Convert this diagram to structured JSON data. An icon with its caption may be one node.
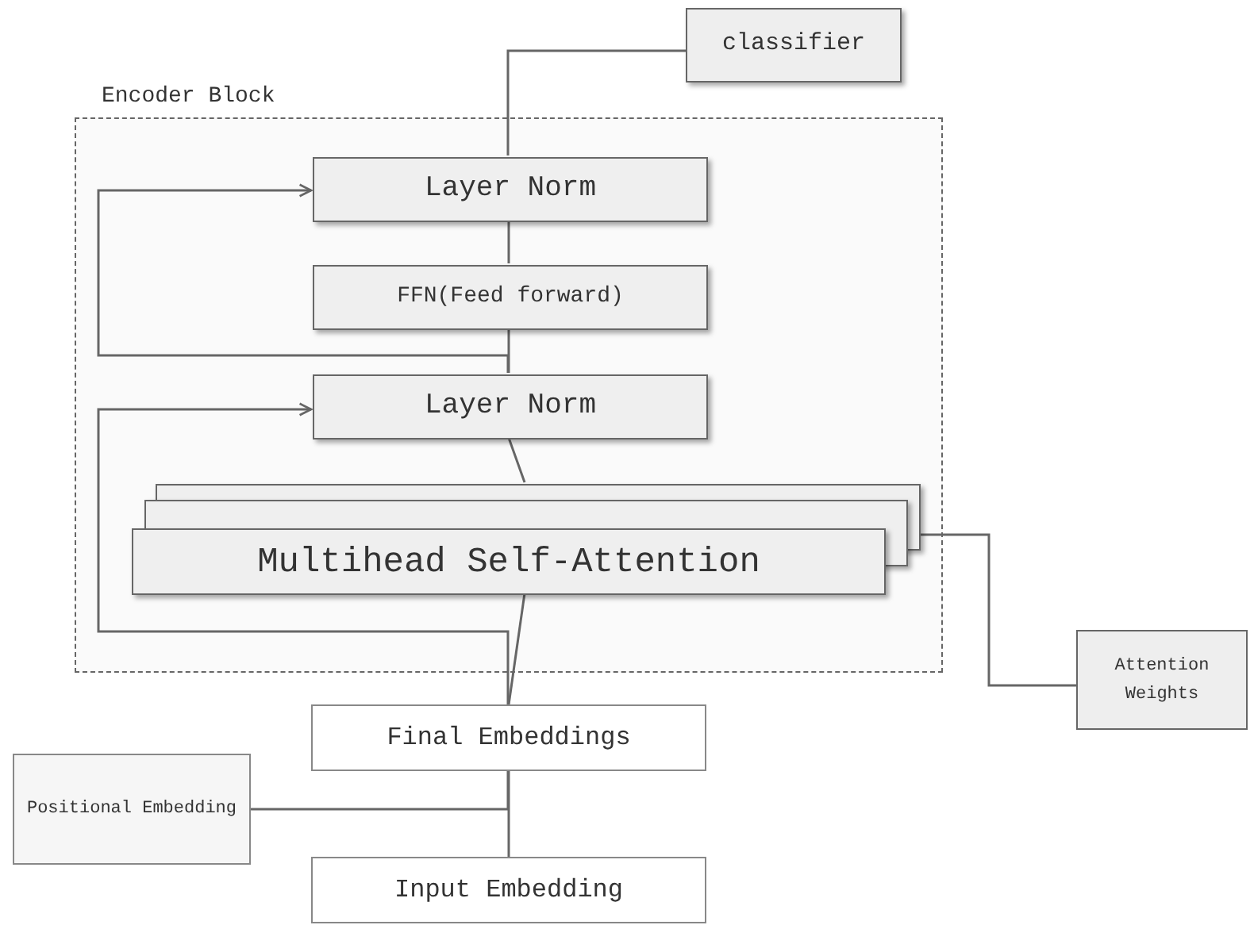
{
  "diagram": {
    "nodes": [
      {
        "text": [
          "classifier"
        ]
      },
      {
        "text": [
          "Encoder Block"
        ]
      },
      {
        "text": [
          "Layer Norm"
        ],
        "in": 1
      },
      {
        "text": [
          "FFN(Feed forward)"
        ],
        "in": 1
      },
      {
        "text": [
          "Layer Norm"
        ],
        "in": 1
      },
      {
        "text": [
          "Multihead Self-Attention"
        ],
        "in": 1
      },
      {
        "text": [
          "Attention Weights"
        ]
      },
      {
        "text": [
          "Final Embeddings"
        ]
      },
      {
        "text": [
          "Positional Embedding"
        ]
      },
      {
        "text": [
          "Input Embedding"
        ]
      }
    ],
    "edges": [
      {
        "from": 9,
        "to": 7,
        "arrow": "none"
      },
      {
        "from": 8,
        "to": 7,
        "arrow": "none"
      },
      {
        "from": 7,
        "to": 5,
        "arrow": "none"
      },
      {
        "from": 7,
        "to": 4,
        "arrow": "to"
      },
      {
        "from": 5,
        "to": 4,
        "arrow": "none"
      },
      {
        "from": 4,
        "to": 3,
        "arrow": "none"
      },
      {
        "from": 4,
        "to": 2,
        "arrow": "to"
      },
      {
        "from": 3,
        "to": 2,
        "arrow": "none"
      },
      {
        "from": 2,
        "to": 0,
        "arrow": "none"
      },
      {
        "from": 5,
        "to": 6,
        "arrow": "none"
      }
    ]
  }
}
